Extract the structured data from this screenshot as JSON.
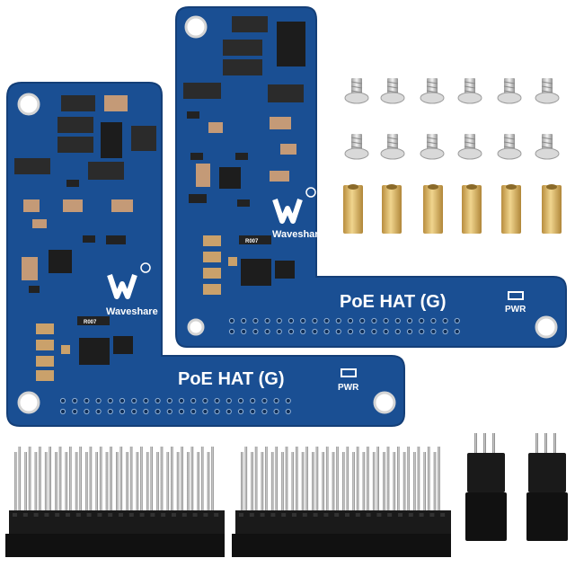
{
  "boards": [
    {
      "id": "front",
      "product_label": "PoE HAT (G)",
      "brand": "Waveshare",
      "power_label": "PWR",
      "chip_marking": "R007"
    },
    {
      "id": "back",
      "product_label": "PoE HAT (G)",
      "brand": "Waveshare",
      "power_label": "PWR",
      "chip_marking": "R007"
    }
  ],
  "accessories": {
    "screw_count": 12,
    "standoff_count": 6,
    "stacking_header_count": 2,
    "jumper_header_count": 2
  },
  "colors": {
    "pcb": "#1a4f93",
    "pcb_edge": "#143f78",
    "silkscreen": "#ffffff",
    "header_plastic": "#1a1a1a",
    "pins": "#9a9a9a",
    "brass": "#d6b061",
    "screw": "#c8c8c8"
  }
}
